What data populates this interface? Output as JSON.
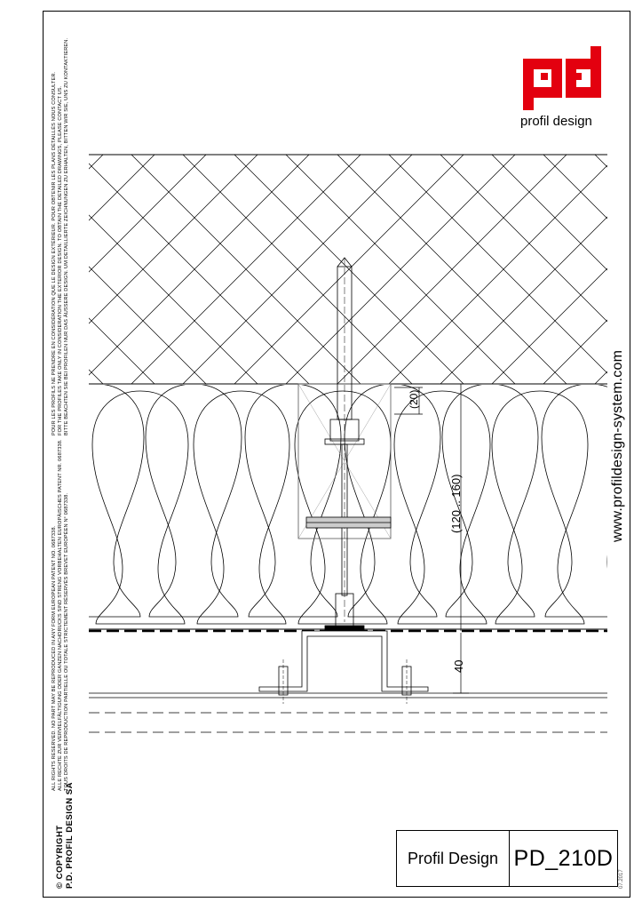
{
  "sidebar": {
    "copyright_line1": "© COPYRIGHT",
    "copyright_line2": "P.D. PROFIL DESIGN SA",
    "rights_en": "ALL RIGHTS RESERVED. NO PART MAY BE REPRODUCED IN ANY FORM EUROPEAN PATENT NO. 0687338.",
    "rights_de": "ALLE RECHTE ZUR VERVIELFÄLTIGUNG ODER GANZEN NACHDRUCKS SIND STRENG VORBEHALTEN EUROPÄISCHES PATENT NR. 0687338.",
    "rights_fr": "TOUS DROITS DE REPRODUCTION PARTIELLE OU TOTALE STRICTEMENT RÉSERVÉS BREVET EUROPÉEN N° 0687338.",
    "notice_fr": "POUR LES PROFILS NE PRENDRE EN CONSIDÉRATION QUE LE DESIGN EXTÉRIEUR. POUR OBTENIR LES PLANS DÉTAILLÉS NOUS CONSULTER.",
    "notice_en": "FOR THE PROFILES TAKE ONLY IN CONSIDERATION THE EXTERIOR DESIGN. TO OBTAIN THE DETAILED DRAWINGS, PLEASE CONTACT US.",
    "notice_de": "BITTE BEACHTEN SIE BEI PROFILEN NUR DAS ÄUSSERE DESIGN. UM DETAILLIERTE ZEICHNUNGEN ZU ERHALTEN, BITTEN WIR SIE, UNS ZU KONTAKTIEREN."
  },
  "logo": {
    "text": "profil design",
    "color": "#e3000f"
  },
  "website": "www.profildesign-system.com",
  "dimensions": {
    "top": "(20)",
    "range": "(120 .. 160)",
    "bottom": "40"
  },
  "title_block": {
    "company": "Profil Design",
    "code": "PD_210D"
  },
  "date": "07.2017"
}
